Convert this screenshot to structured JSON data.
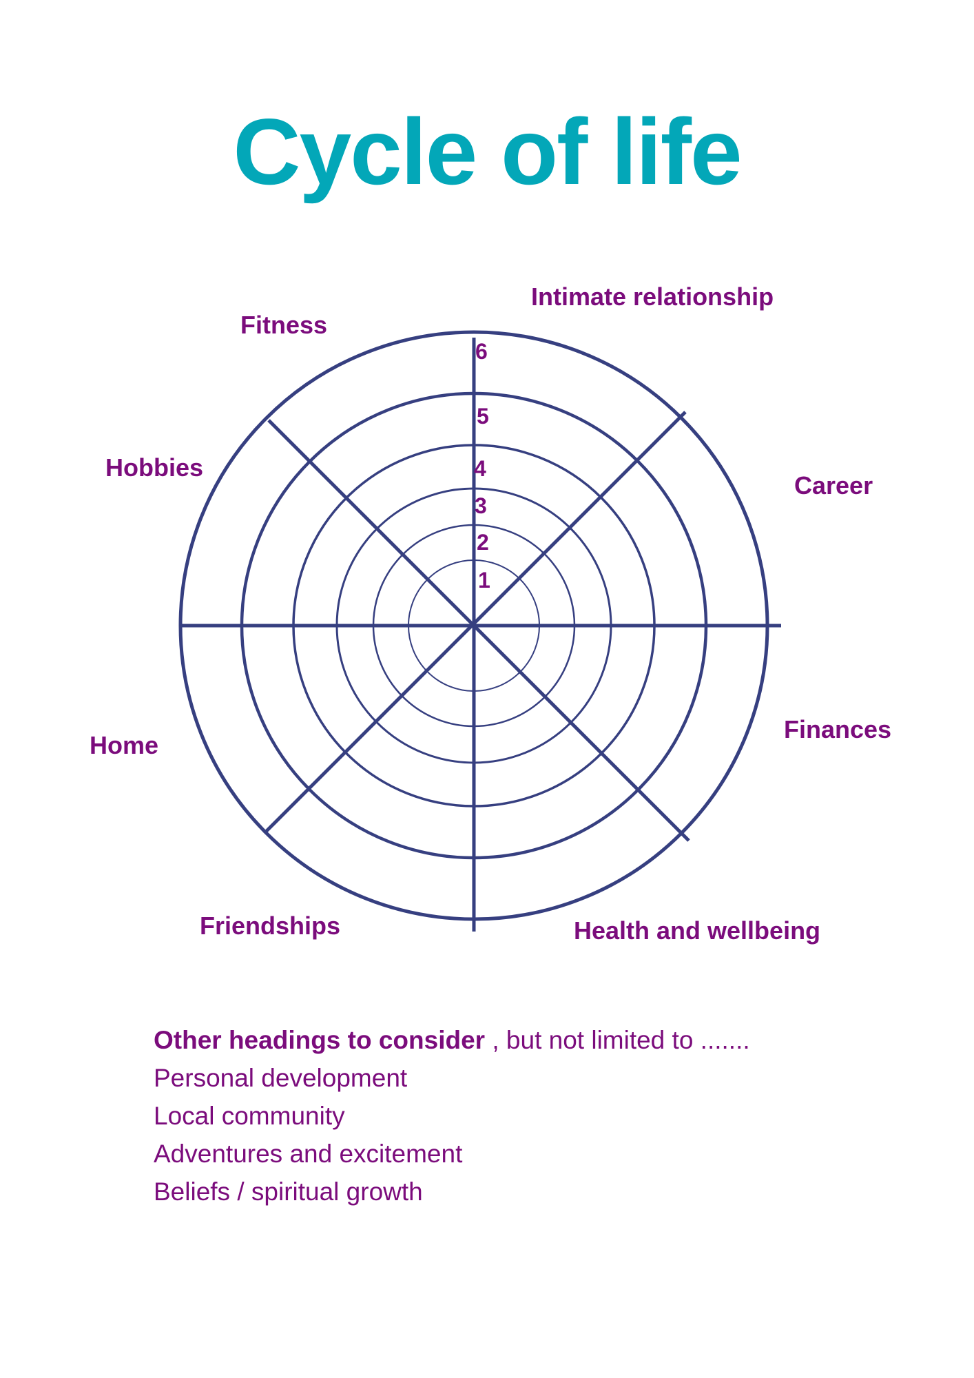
{
  "title": "Cycle of life",
  "colors": {
    "title": "#03a7b8",
    "label": "#7b0c7c",
    "lines": "#363f80"
  },
  "segments": [
    "Intimate relationship",
    "Career",
    "Finances",
    "Health and wellbeing",
    "Friendships",
    "Home",
    "Hobbies",
    "Fitness"
  ],
  "scale": [
    "1",
    "2",
    "3",
    "4",
    "5",
    "6"
  ],
  "notes": {
    "heading": "Other headings to consider",
    "heading_suffix": " , but not limited to .......",
    "items": [
      "Personal development",
      "Local community",
      "Adventures and excitement",
      "Beliefs / spiritual growth"
    ]
  }
}
